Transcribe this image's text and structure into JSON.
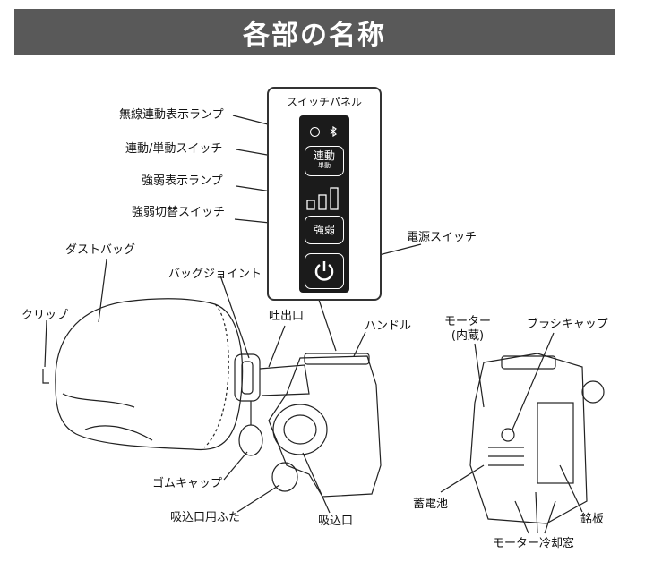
{
  "title": "各部の名称",
  "switch_panel": {
    "title": "スイッチパネル",
    "continuous_button_label": "連動",
    "continuous_button_sublabel": "単動",
    "strength_button_label": "強弱"
  },
  "labels": {
    "wireless_lamp": "無線連動表示ランプ",
    "link_switch": "連動/単動スイッチ",
    "strength_lamp": "強弱表示ランプ",
    "strength_switch": "強弱切替スイッチ",
    "power_switch": "電源スイッチ",
    "dust_bag": "ダストバッグ",
    "bag_joint": "バッグジョイント",
    "clip": "クリップ",
    "outlet": "吐出口",
    "handle": "ハンドル",
    "rubber_cap": "ゴムキャップ",
    "inlet_cover": "吸込口用ふた",
    "inlet": "吸込口",
    "motor": "モーター\n(内蔵)",
    "brush_cap": "ブラシキャップ",
    "battery": "蓄電池",
    "nameplate": "銘板",
    "motor_vent": "モーター冷却窓"
  },
  "colors": {
    "title_bg": "#595959",
    "title_text": "#ffffff",
    "panel_bg": "#1b1b1b"
  },
  "icons": [
    "bluetooth-icon",
    "power-icon",
    "strength-level-icon"
  ]
}
